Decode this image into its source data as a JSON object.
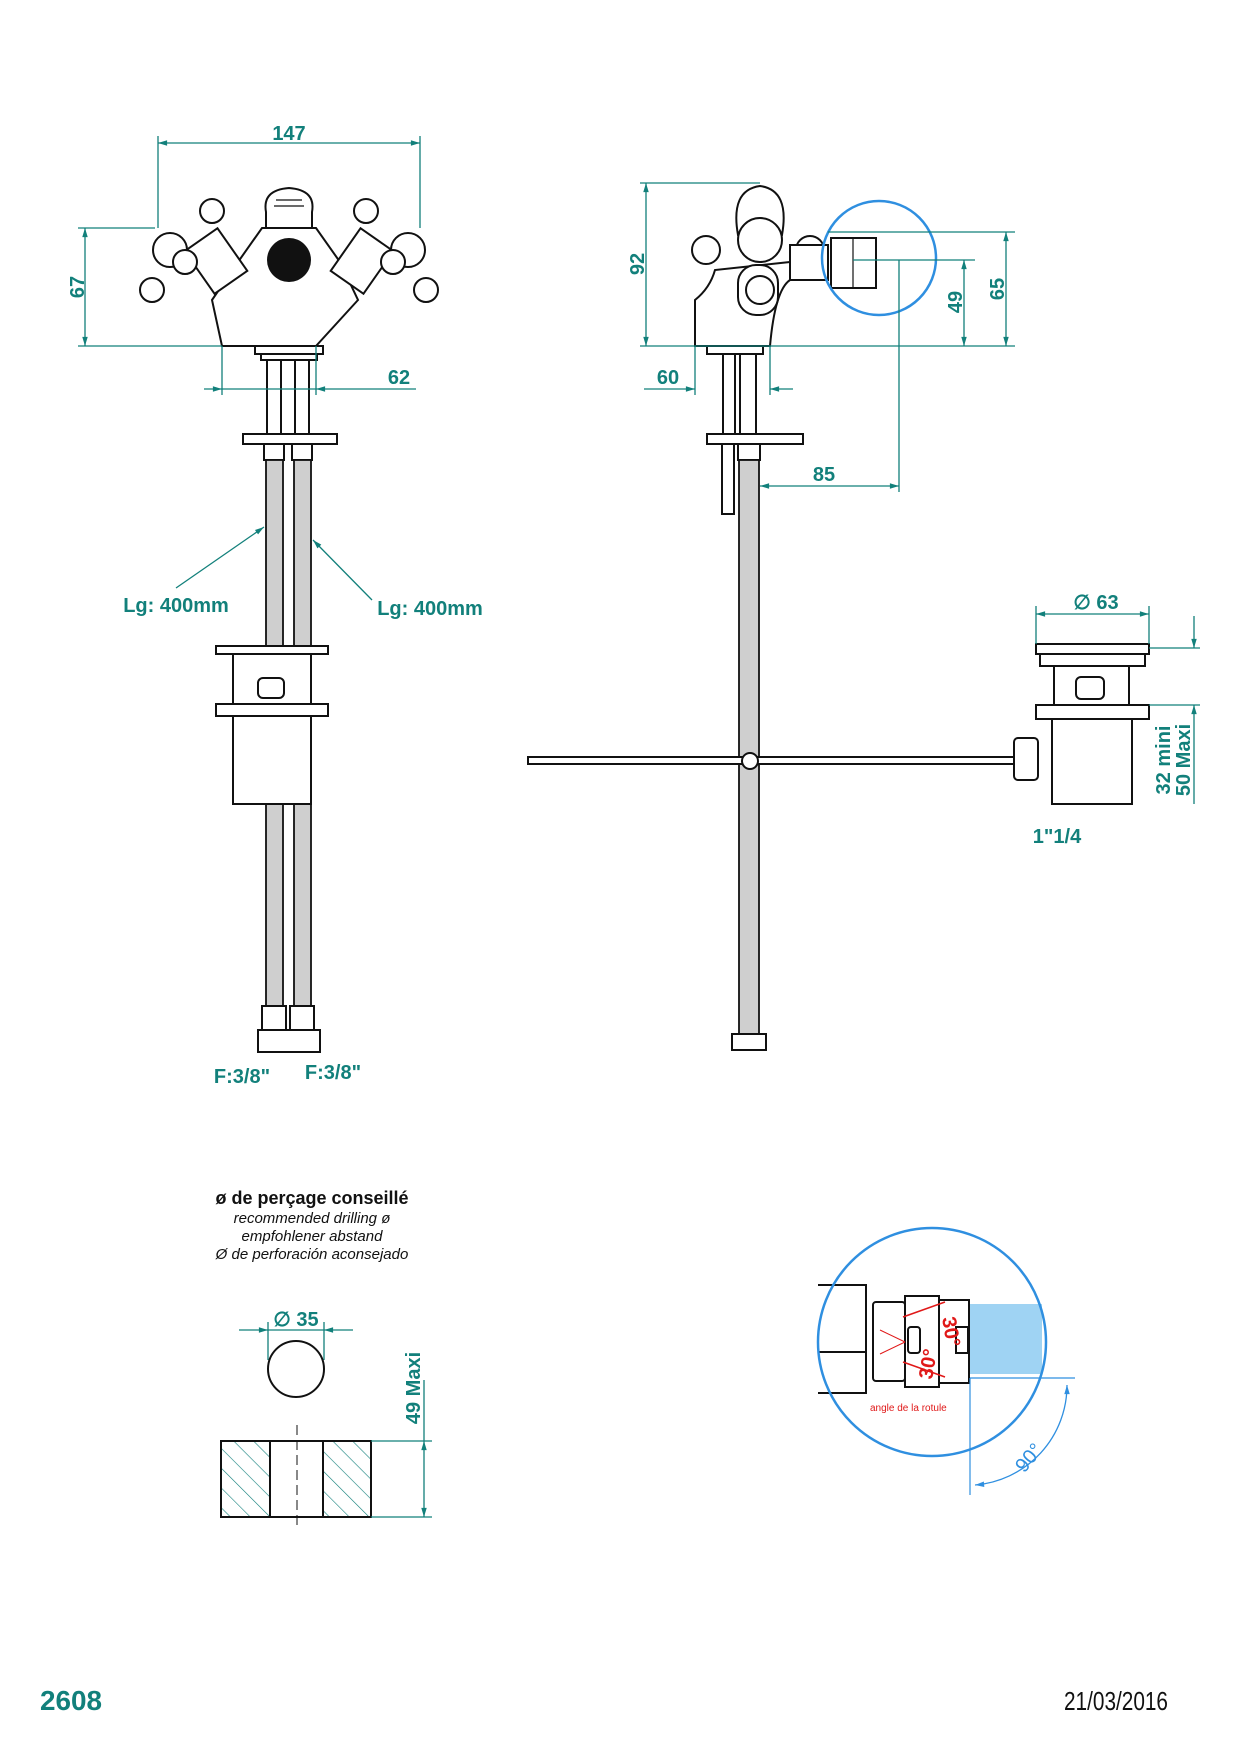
{
  "dimensions": {
    "front_width": "147",
    "front_height": "67",
    "front_base": "62",
    "hose_left": "Lg: 400mm",
    "hose_right": "Lg: 400mm",
    "conn_left": "F:3/8\"",
    "conn_right": "F:3/8\"",
    "side_height": "92",
    "side_spout_top": "65",
    "side_spout_axis": "49",
    "side_base": "60",
    "side_reach": "85",
    "drain_diameter": "∅ 63",
    "drain_min": "32  mini",
    "drain_max": "50 Maxi",
    "drain_thread": "1\"1/4"
  },
  "drilling": {
    "title": "ø de perçage conseillé",
    "lines": [
      "recommended drilling ø",
      "empfohlener abstand",
      "Ø de perforación aconsejado"
    ],
    "diameter": "∅ 35",
    "thickness": "49 Maxi"
  },
  "detail": {
    "angle1": "30°",
    "angle2": "30°",
    "label": "angle de la rotule",
    "rotation": "90°"
  },
  "footer": {
    "reference": "2608",
    "date": "21/03/2016"
  },
  "colors": {
    "dimension": "#12807b",
    "detail": "#2f8fe0",
    "annotation": "#e01818"
  }
}
